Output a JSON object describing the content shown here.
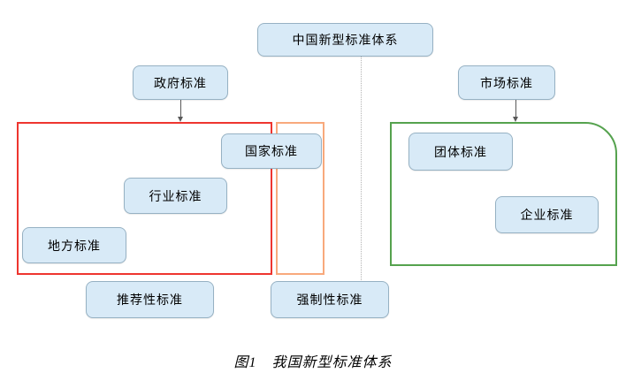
{
  "diagram": {
    "nodes": {
      "root": {
        "label": "中国新型标准体系"
      },
      "government": {
        "label": "政府标准"
      },
      "market": {
        "label": "市场标准"
      },
      "national": {
        "label": "国家标准"
      },
      "industry": {
        "label": "行业标准"
      },
      "local": {
        "label": "地方标准"
      },
      "recommended": {
        "label": "推荐性标准"
      },
      "mandatory": {
        "label": "强制性标准"
      },
      "group": {
        "label": "团体标准"
      },
      "enterprise": {
        "label": "企业标准"
      }
    },
    "zones": {
      "government_zone": {
        "border_color": "#ee352f",
        "contains": [
          "国家标准",
          "行业标准",
          "地方标准"
        ]
      },
      "mandatory_zone": {
        "border_color": "#f8a97c",
        "contains": [
          "国家标准"
        ]
      },
      "market_zone": {
        "border_color": "#55a24e",
        "contains": [
          "团体标准",
          "企业标准"
        ]
      }
    },
    "connectors": {
      "root_to_mandatory": {
        "style": "dotted",
        "color": "#b3b3b3"
      },
      "government_to_zone": {
        "style": "arrow",
        "color": "#595959"
      },
      "market_to_zone": {
        "style": "arrow",
        "color": "#595959"
      }
    },
    "colors": {
      "node_fill": "#d8eaf7",
      "node_border": "#96b1c3"
    }
  },
  "caption": {
    "label": "图1　我国新型标准体系"
  }
}
